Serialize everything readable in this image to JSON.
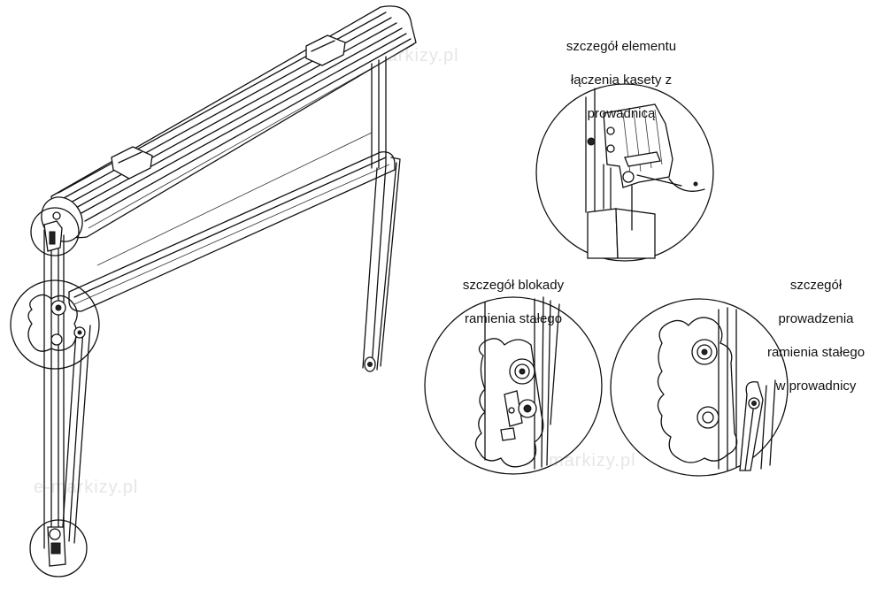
{
  "watermarks": {
    "top": "markizy.pl",
    "left": "e-markizy.pl",
    "bottom": "markizy.pl"
  },
  "details": {
    "cassette_joint": {
      "line1": "szczegół elementu",
      "line2": "łączenia kasety z",
      "line3": "prowadnicą"
    },
    "arm_lock": {
      "line1": "szczegół blokady",
      "line2": "ramienia stałego"
    },
    "arm_guide": {
      "line1": "szczegół",
      "line2": "prowadzenia",
      "line3": "ramienia stałego",
      "line4": "w prowadnicy"
    }
  },
  "colors": {
    "line": "#111111",
    "watermark": "#e6e6e6",
    "background": "#ffffff"
  }
}
